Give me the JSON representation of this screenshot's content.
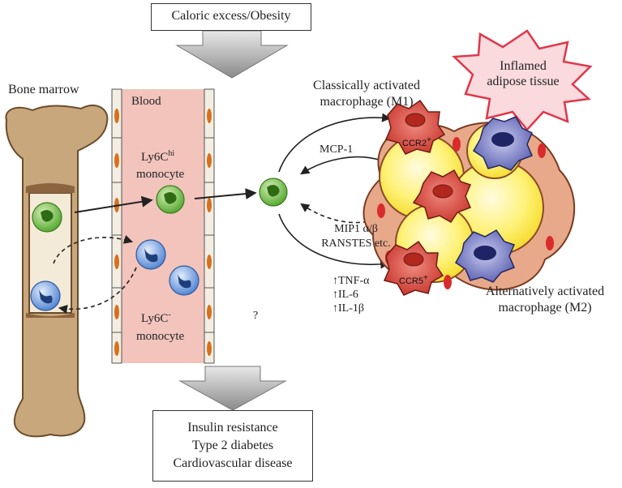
{
  "top_box": {
    "text": "Caloric excess/Obesity"
  },
  "bottom_box": {
    "lines": [
      "Insulin resistance",
      "Type 2 diabetes",
      "Cardiovascular disease"
    ]
  },
  "bone_marrow": {
    "label": "Bone marrow"
  },
  "blood": {
    "label": "Blood"
  },
  "ly6c_hi": {
    "prefix": "Ly6C",
    "sup": "hi",
    "suffix": "monocyte"
  },
  "ly6c_lo": {
    "prefix": "Ly6C",
    "sup": "-",
    "suffix": "monocyte"
  },
  "inflamed": {
    "line1": "Inflamed",
    "line2": "adipose tissue"
  },
  "m1": {
    "line1": "Classically activated",
    "line2": "macrophage (M1)"
  },
  "m2": {
    "line1": "Alternatively activated",
    "line2": "macrophage (M2)"
  },
  "mcp1": "MCP-1",
  "mip": {
    "line1": "MIP1 α/β",
    "line2": "RANSTES etc."
  },
  "cytokines": [
    "↑TNF-α",
    "↑IL-6",
    "↑IL-1β"
  ],
  "ccr2": {
    "text": "CCR2",
    "sup": "+"
  },
  "ccr5": {
    "text": "CCR5",
    "sup": "+"
  },
  "question": "?",
  "colors": {
    "blood": "#f2c4bc",
    "adipocyte": "#fbe934",
    "m1": "#e0483c",
    "m2": "#3a3f8c",
    "bone": "#c9a77c",
    "ly6c_hi": "#6fbf3a",
    "ly6c_lo": "#5b8fd6"
  }
}
